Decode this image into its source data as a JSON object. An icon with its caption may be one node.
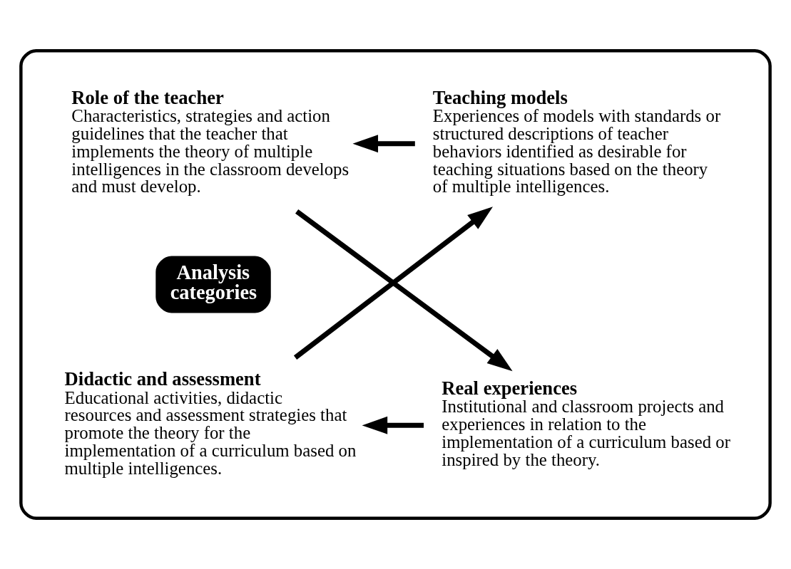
{
  "diagram": {
    "nodes": [
      {
        "text": [],
        "shape": "box"
      },
      {
        "text": [
          "Teaching models",
          "Experiences of models with standards or structured descriptions of teacher behaviors identified as desirable for teaching situations based on the theory of multiple intelligences."
        ],
        "in": 0
      },
      {
        "text": [
          "Role of the teacher",
          "Characteristics, strategies and action guidelines that the teacher that implements the theory of multiple intelligences in the classroom develops and must develop."
        ],
        "in": 0
      },
      {
        "text": [
          "Analysis categories"
        ],
        "in": 0
      },
      {
        "text": [
          "Didactic and assessment",
          "Educational activities, didactic resources and assessment strategies that promote the theory for the implementation of a curriculum based on multiple intelligences."
        ],
        "in": 0
      },
      {
        "text": [
          "Real experiences",
          "Institutional and classroom projects and experiences in relation to the implementation of a curriculum based or inspired by the theory."
        ],
        "in": 0
      }
    ],
    "edges": [
      {
        "from": 1,
        "to": 2,
        "arrow": "to"
      },
      {
        "from": 2,
        "to": 5,
        "arrow": "to"
      },
      {
        "from": 5,
        "to": 4,
        "arrow": "to"
      },
      {
        "from": 4,
        "to": 1,
        "arrow": "to"
      }
    ]
  }
}
